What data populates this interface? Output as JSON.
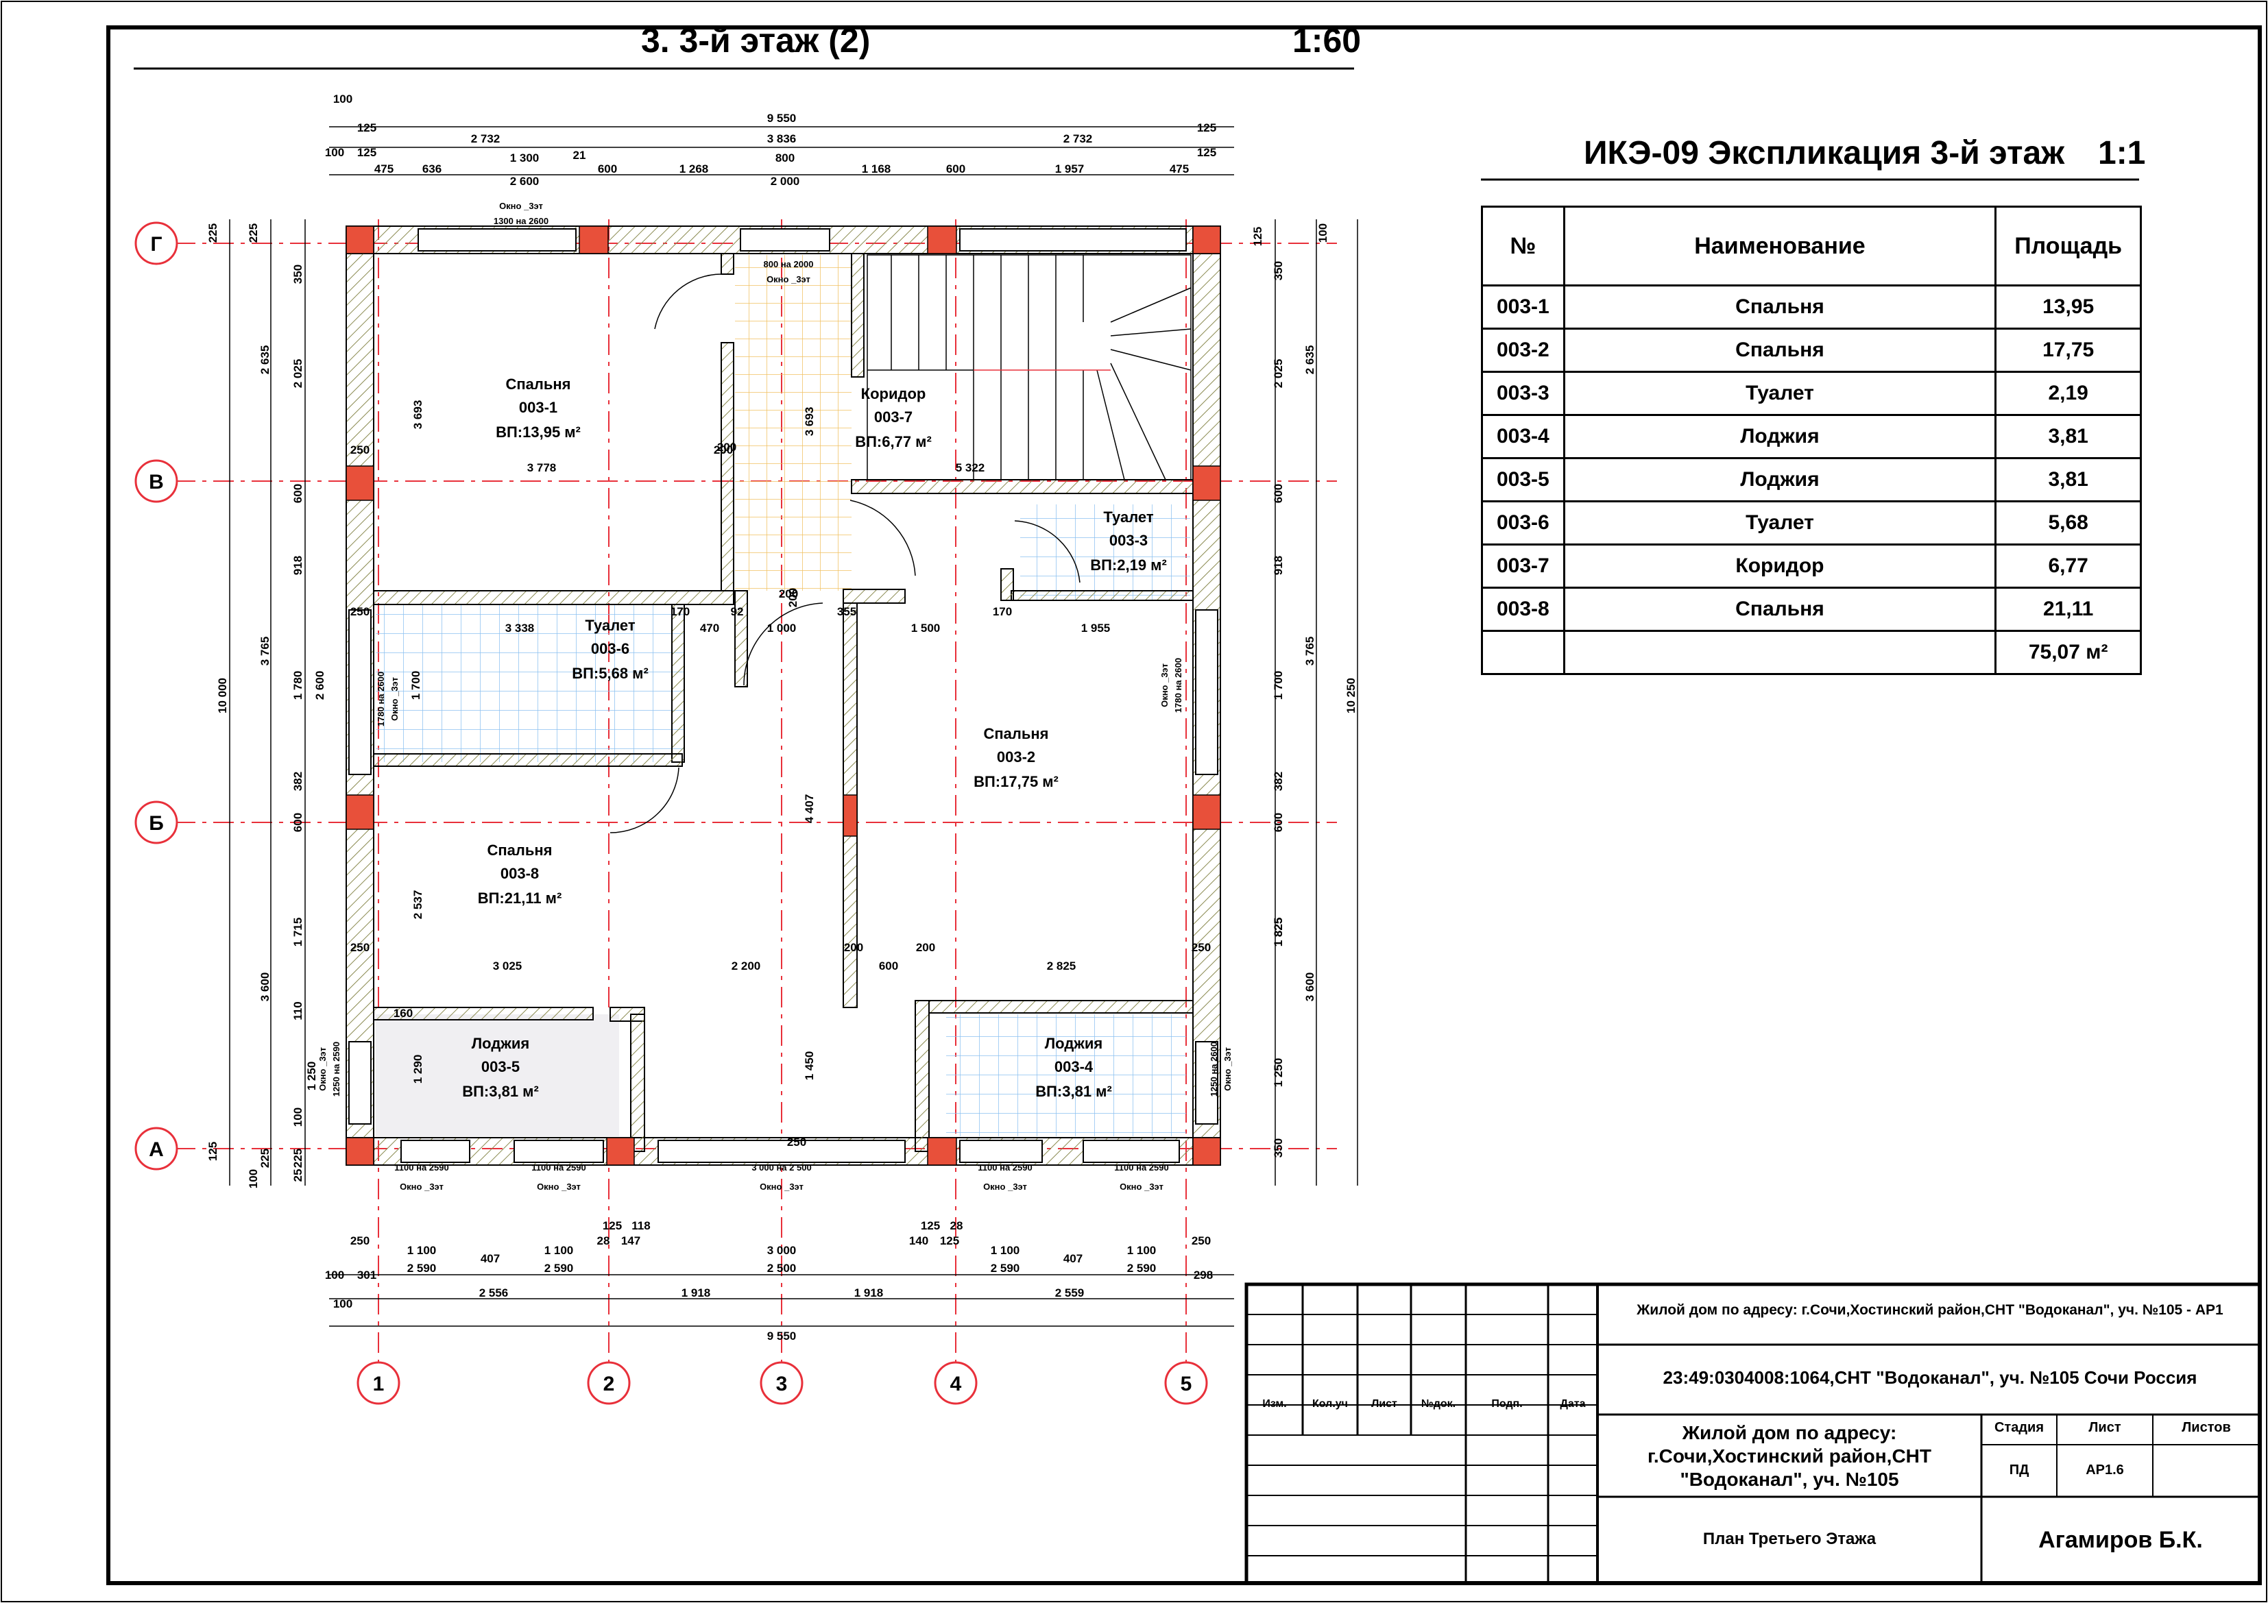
{
  "sheet": {
    "title": "3. 3-й этаж (2)",
    "scale": "1:60"
  },
  "explication": {
    "title": "ИКЭ-09 Экспликация 3-й этаж",
    "scale": "1:1",
    "headers": [
      "№",
      "Наименование",
      "Площадь"
    ],
    "rows": [
      [
        "003-1",
        "Спальня",
        "13,95"
      ],
      [
        "003-2",
        "Спальня",
        "17,75"
      ],
      [
        "003-3",
        "Туалет",
        "2,19"
      ],
      [
        "003-4",
        "Лоджия",
        "3,81"
      ],
      [
        "003-5",
        "Лоджия",
        "3,81"
      ],
      [
        "003-6",
        "Туалет",
        "5,68"
      ],
      [
        "003-7",
        "Коридор",
        "6,77"
      ],
      [
        "003-8",
        "Спальня",
        "21,11"
      ]
    ],
    "total": "75,07 м²"
  },
  "rooms": [
    {
      "name": "Спальня",
      "num": "003-1",
      "area": "ВП:13,95 м²"
    },
    {
      "name": "Коридор",
      "num": "003-7",
      "area": "ВП:6,77 м²"
    },
    {
      "name": "Туалет",
      "num": "003-3",
      "area": "ВП:2,19 м²"
    },
    {
      "name": "Туалет",
      "num": "003-6",
      "area": "ВП:5,68 м²"
    },
    {
      "name": "Спальня",
      "num": "003-2",
      "area": "ВП:17,75 м²"
    },
    {
      "name": "Спальня",
      "num": "003-8",
      "area": "ВП:21,11 м²"
    },
    {
      "name": "Лоджия",
      "num": "003-5",
      "area": "ВП:3,81 м²"
    },
    {
      "name": "Лоджия",
      "num": "003-4",
      "area": "ВП:3,81 м²"
    }
  ],
  "axes": {
    "rows": [
      "Г",
      "В",
      "Б",
      "А"
    ],
    "cols": [
      "1",
      "2",
      "3",
      "4",
      "5"
    ]
  },
  "dims_top": {
    "overall": "9 550",
    "row2": [
      "2 732",
      "3 836",
      "2 732"
    ],
    "row3": [
      "475",
      "636",
      "1 300",
      "2 600",
      "600",
      "1 268",
      "800",
      "2 000",
      "1 168",
      "600",
      "1 957",
      "475"
    ],
    "edge": [
      "100",
      "125",
      "100",
      "125",
      "21",
      "125",
      "125"
    ]
  },
  "dims_bottom": {
    "overall": "9 550",
    "row2": [
      "2 556",
      "1 918",
      "1 918",
      "2 559"
    ],
    "row1": [
      "250",
      "1 100",
      "2 590",
      "407",
      "1 100",
      "2 590",
      "3 000",
      "2 500",
      "1 100",
      "2 590",
      "407",
      "1 100",
      "2 590",
      "250"
    ],
    "small": [
      "125",
      "118",
      "28",
      "147",
      "140",
      "125",
      "28",
      "125"
    ],
    "edge": [
      "100",
      "301",
      "100",
      "298"
    ]
  },
  "dims_left": {
    "overall": "10 000",
    "segments": [
      "225",
      "2 635",
      "3 765",
      "3 600",
      "225"
    ],
    "inner": [
      "225",
      "350",
      "2 025",
      "600",
      "918",
      "1 780",
      "2 600",
      "382",
      "600",
      "1 715",
      "110",
      "1 250",
      "100",
      "225",
      "100",
      "125",
      "25"
    ]
  },
  "dims_right": {
    "overall": "10 250",
    "segments": [
      "100",
      "2 635",
      "3 765",
      "3 600"
    ],
    "inner": [
      "125",
      "350",
      "2 025",
      "600",
      "918",
      "1 700",
      "382",
      "600",
      "1 825",
      "1 250",
      "350"
    ]
  },
  "inner_dims": [
    "3 693",
    "3 778",
    "200",
    "250",
    "3 693",
    "5 322",
    "250",
    "3 338",
    "170",
    "470",
    "92",
    "1 000",
    "355",
    "1 500",
    "170",
    "1 955",
    "200",
    "1 700",
    "4 407",
    "2 537",
    "3 025",
    "2 200",
    "600",
    "200",
    "200",
    "2 825",
    "250",
    "1 290",
    "160",
    "1 450",
    "250",
    "1 825",
    "250",
    "200",
    "200"
  ],
  "windows": {
    "top": [
      "Окно _3эт",
      "1300 на 2600",
      "800 на 2000",
      "Окно _3эт"
    ],
    "side": [
      "1780 на 2600",
      "Окно _3эт",
      "Окно _3эт",
      "1780 на 2600",
      "1250 на 2590",
      "Окно _3эт",
      "Окно _3эт",
      "1250 на 2600"
    ],
    "bottom": [
      [
        "1100 на 2590",
        "Окно _3эт"
      ],
      [
        "1100 на 2590",
        "Окно _3эт"
      ],
      [
        "3 000 на 2 500",
        "Окно _3эт"
      ],
      [
        "1100 на 2590",
        "Окно _3эт"
      ],
      [
        "1100 на 2590",
        "Окно _3эт"
      ]
    ]
  },
  "titleblock": {
    "project_code": "Жилой дом  по адресу: г.Сочи,Хостинский район,СНТ \"Водоканал\", уч. №105 -  АР1",
    "cadastral": "23:49:0304008:1064,СНТ \"Водоканал\", уч. №105 Сочи Россия",
    "object": [
      "Жилой дом  по адресу:",
      "г.Сочи,Хостинский район,СНТ",
      "\"Водоканал\", уч. №105"
    ],
    "sheet_name": "План Третьего Этажа",
    "author": "Агамиров Б.К.",
    "col_labels": [
      "Изм.",
      "Кол.уч",
      "Лист",
      "№док.",
      "Подп.",
      "Дата"
    ],
    "stage_labels": [
      "Стадия",
      "Лист",
      "Листов"
    ],
    "stage_values": [
      "ПД",
      "АР1.6",
      ""
    ]
  },
  "colors": {
    "red": "#e8303a",
    "wall_hatch": "#9a9a6a",
    "tile_blue": "#7fb0e8",
    "tile_orange": "#f0b040"
  }
}
